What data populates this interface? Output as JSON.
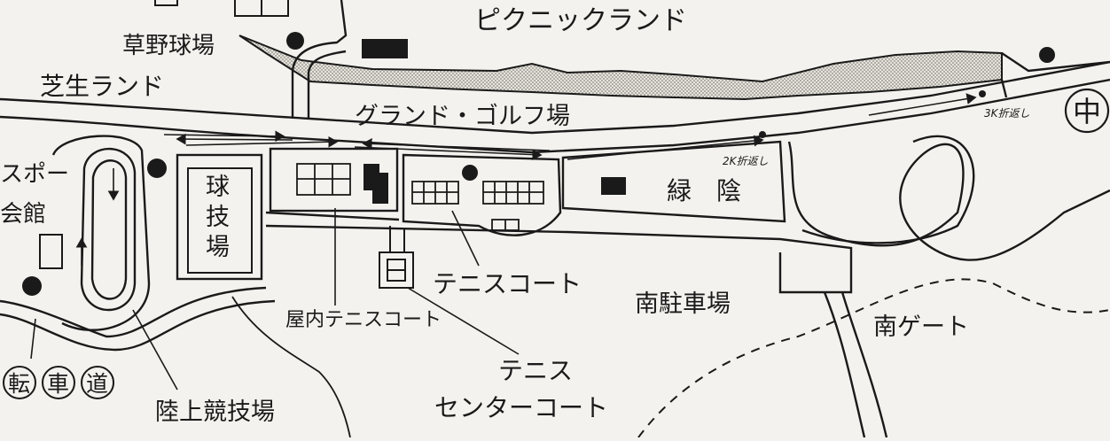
{
  "colors": {
    "paper": "#f4f2ee",
    "ink": "#1a1a1a",
    "stipple": "#bdbab3"
  },
  "labels": {
    "picnic_land": "ピクニックランド",
    "kusano_baseball": "草野球場",
    "lawn_land": "芝生ランド",
    "ground_golf": "グランド・ゴルフ場",
    "middle_marker": "中",
    "green_shade": "緑　陰",
    "ball_field": [
      "球",
      "技",
      "場"
    ],
    "sports_hall_top": "スポー",
    "sports_hall_bottom": "会館",
    "tennis_court": "テニスコート",
    "indoor_tennis": "屋内テニスコート",
    "tennis_center_1": "テニス",
    "tennis_center_2": "センターコート",
    "south_parking": "南駐車場",
    "south_gate": "南ゲート",
    "bike_road": [
      "転",
      "車",
      "道"
    ],
    "athletics_field": "陸上競技場",
    "hand_note_1": "3K折返し",
    "hand_note_2": "2K折返し"
  },
  "icons": {
    "toilet": "toilet-icon",
    "rest_house": "rest-house-icon"
  }
}
